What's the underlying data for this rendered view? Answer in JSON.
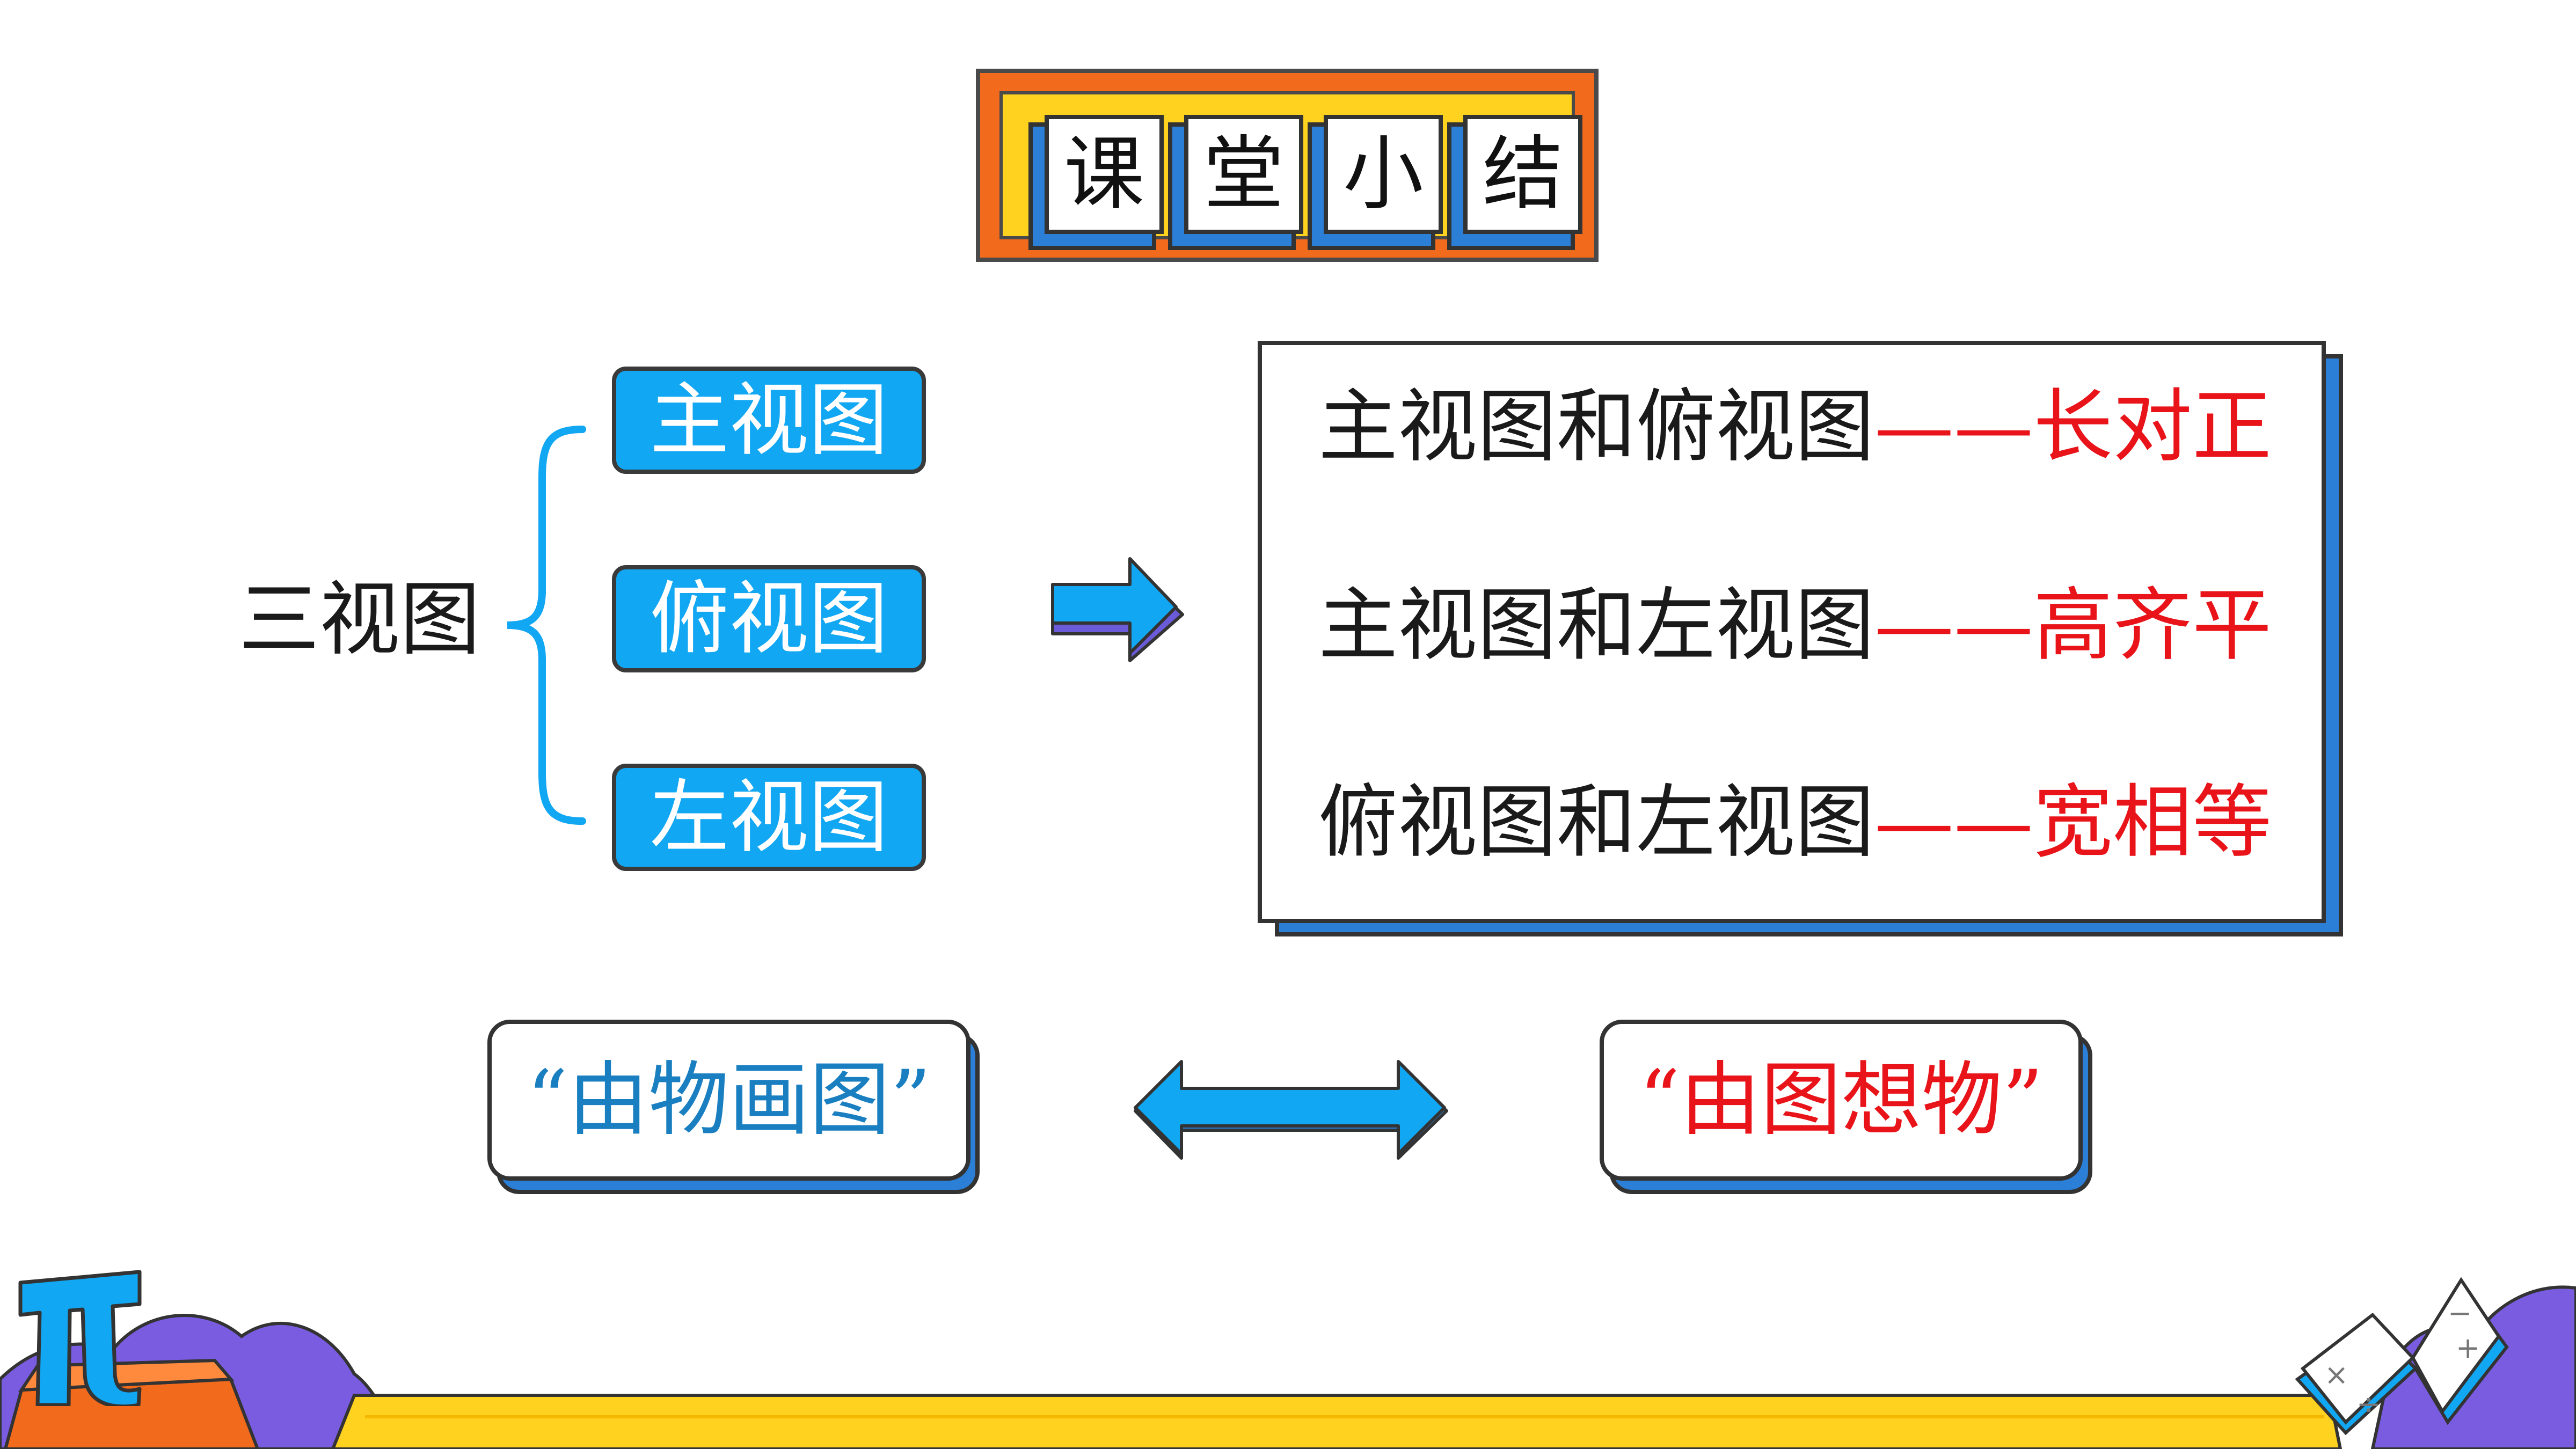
{
  "title": {
    "chars": [
      "课",
      "堂",
      "小",
      "结"
    ]
  },
  "tree": {
    "root": "三视图",
    "views": [
      "主视图",
      "俯视图",
      "左视图"
    ]
  },
  "rules": [
    {
      "pair": "主视图和俯视图",
      "dash": "——",
      "result": "长对正"
    },
    {
      "pair": "主视图和左视图",
      "dash": "——",
      "result": "高齐平"
    },
    {
      "pair": "俯视图和左视图",
      "dash": "——",
      "result": "宽相等"
    }
  ],
  "phrases": {
    "left": "“由物画图”",
    "right": "“由图想物”"
  },
  "decorations": {
    "left_icon": "pi-symbol-icon",
    "right_icon": "math-book-icon",
    "pi_char": "π",
    "book_symbols": [
      "×",
      "÷",
      "−",
      "+"
    ]
  },
  "colors": {
    "accent_blue": "#12a7f3",
    "shadow_blue": "#2b7fd6",
    "red": "#e8141a",
    "banner_orange": "#f26a1b",
    "banner_yellow": "#ffd21f",
    "phrase_blue": "#1a7fc1"
  }
}
